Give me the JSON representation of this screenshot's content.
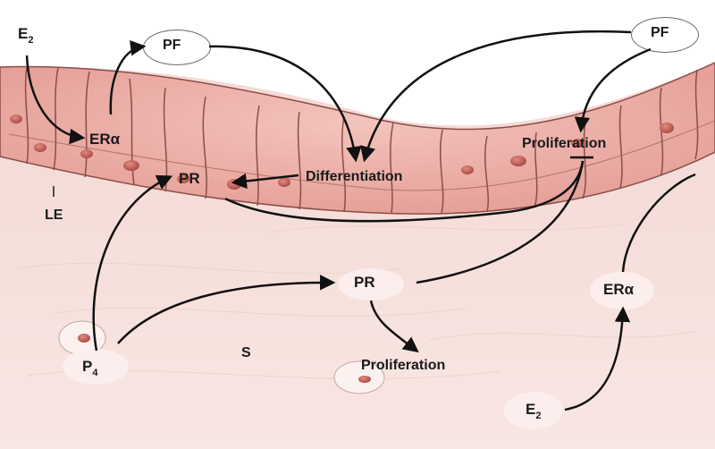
{
  "figure": {
    "colors": {
      "stroma": "#f1d2cc",
      "epithelium": "#e9a79f",
      "cell_border": "#8c4d48",
      "nucleus": "#c1625a",
      "arrow": "#111111",
      "text": "#1a1a1a"
    },
    "labels": {
      "e2_top": "E",
      "e2_top_sub": "2",
      "er_alpha_epi": "ERα",
      "pf_left": "PF",
      "pf_right": "PF",
      "pr_epi": "PR",
      "differentiation": "Differentiation",
      "proliferation_epi": "Proliferation",
      "le": "LE",
      "pr_stroma": "PR",
      "p4": "P",
      "p4_sub": "4",
      "s": "S",
      "proliferation_stroma": "Proliferation",
      "er_alpha_stroma": "ERα",
      "e2_bottom": "E",
      "e2_bottom_sub": "2"
    }
  }
}
